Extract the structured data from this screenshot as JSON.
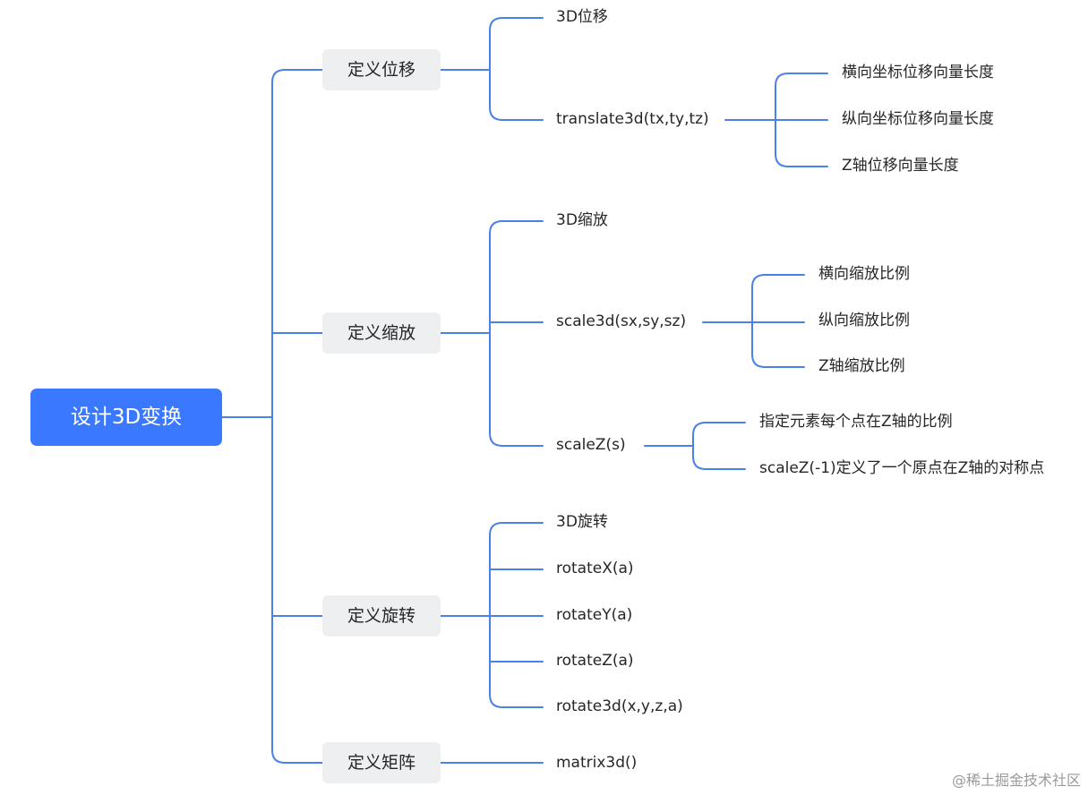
{
  "root": {
    "label": "设计3D变换"
  },
  "branches": [
    {
      "label": "定义位移",
      "items": [
        {
          "label": "3D位移"
        },
        {
          "label": "translate3d(tx,ty,tz)",
          "children": [
            {
              "label": "横向坐标位移向量长度"
            },
            {
              "label": "纵向坐标位移向量长度"
            },
            {
              "label": "Z轴位移向量长度"
            }
          ]
        }
      ]
    },
    {
      "label": "定义缩放",
      "items": [
        {
          "label": "3D缩放"
        },
        {
          "label": "scale3d(sx,sy,sz)",
          "children": [
            {
              "label": "横向缩放比例"
            },
            {
              "label": "纵向缩放比例"
            },
            {
              "label": "Z轴缩放比例"
            }
          ]
        },
        {
          "label": "scaleZ(s)",
          "children": [
            {
              "label": "指定元素每个点在Z轴的比例"
            },
            {
              "label": "scaleZ(-1)定义了一个原点在Z轴的对称点"
            }
          ]
        }
      ]
    },
    {
      "label": "定义旋转",
      "items": [
        {
          "label": "3D旋转"
        },
        {
          "label": "rotateX(a)"
        },
        {
          "label": "rotateY(a)"
        },
        {
          "label": "rotateZ(a)"
        },
        {
          "label": "rotate3d(x,y,z,a)"
        }
      ]
    },
    {
      "label": "定义矩阵",
      "items": [
        {
          "label": "matrix3d()"
        }
      ]
    }
  ],
  "watermark": "@稀土掘金技术社区",
  "colors": {
    "root_fill": "#3a79ff",
    "branch_fill": "#eeeff1",
    "connector": "#4a80e8",
    "text": "#262626"
  }
}
